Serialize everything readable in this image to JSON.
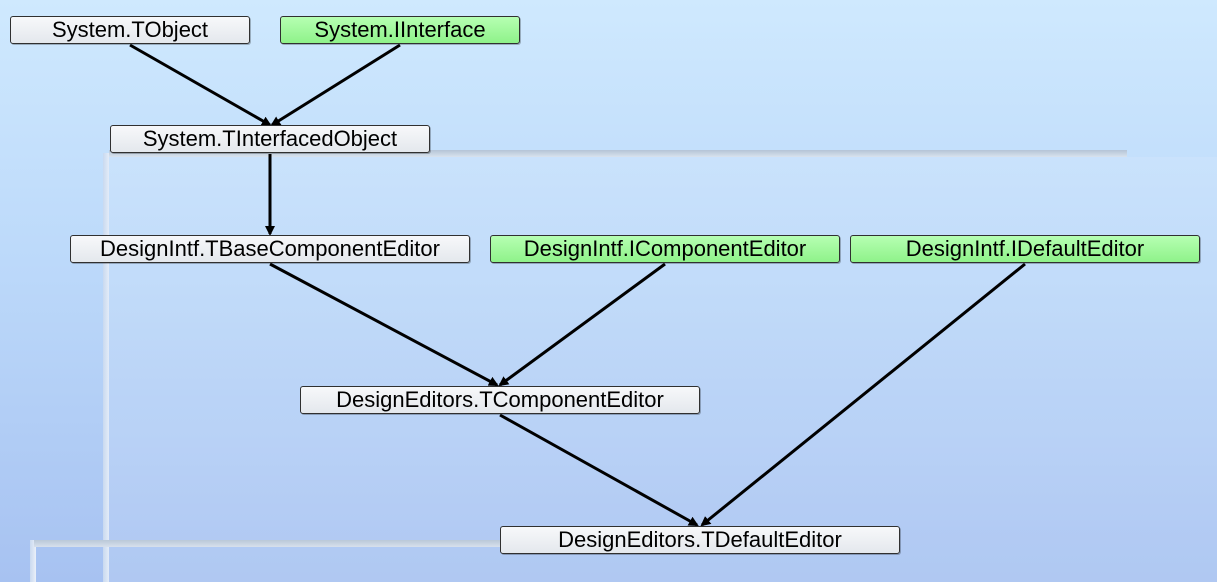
{
  "diagram": {
    "nodes": [
      {
        "id": "tobject",
        "label": "System.TObject",
        "kind": "class"
      },
      {
        "id": "iinterface",
        "label": "System.IInterface",
        "kind": "interface"
      },
      {
        "id": "tinterfacedobject",
        "label": "System.TInterfacedObject",
        "kind": "class"
      },
      {
        "id": "tbasecomponenteditor",
        "label": "DesignIntf.TBaseComponentEditor",
        "kind": "class"
      },
      {
        "id": "icomponenteditor",
        "label": "DesignIntf.IComponentEditor",
        "kind": "interface"
      },
      {
        "id": "idefaulteditor",
        "label": "DesignIntf.IDefaultEditor",
        "kind": "interface"
      },
      {
        "id": "tcomponenteditor",
        "label": "DesignEditors.TComponentEditor",
        "kind": "class"
      },
      {
        "id": "tdefaulteditor",
        "label": "DesignEditors.TDefaultEditor",
        "kind": "class"
      }
    ],
    "edges": [
      {
        "from": "tobject",
        "to": "tinterfacedobject"
      },
      {
        "from": "iinterface",
        "to": "tinterfacedobject"
      },
      {
        "from": "tinterfacedobject",
        "to": "tbasecomponenteditor"
      },
      {
        "from": "tbasecomponenteditor",
        "to": "tcomponenteditor"
      },
      {
        "from": "icomponenteditor",
        "to": "tcomponenteditor"
      },
      {
        "from": "tcomponenteditor",
        "to": "tdefaulteditor"
      },
      {
        "from": "idefaulteditor",
        "to": "tdefaulteditor"
      }
    ],
    "colors": {
      "class_fill": "#eef0f3",
      "interface_fill": "#9cf898",
      "edge": "#000000",
      "background": "#bcd9fa"
    }
  }
}
